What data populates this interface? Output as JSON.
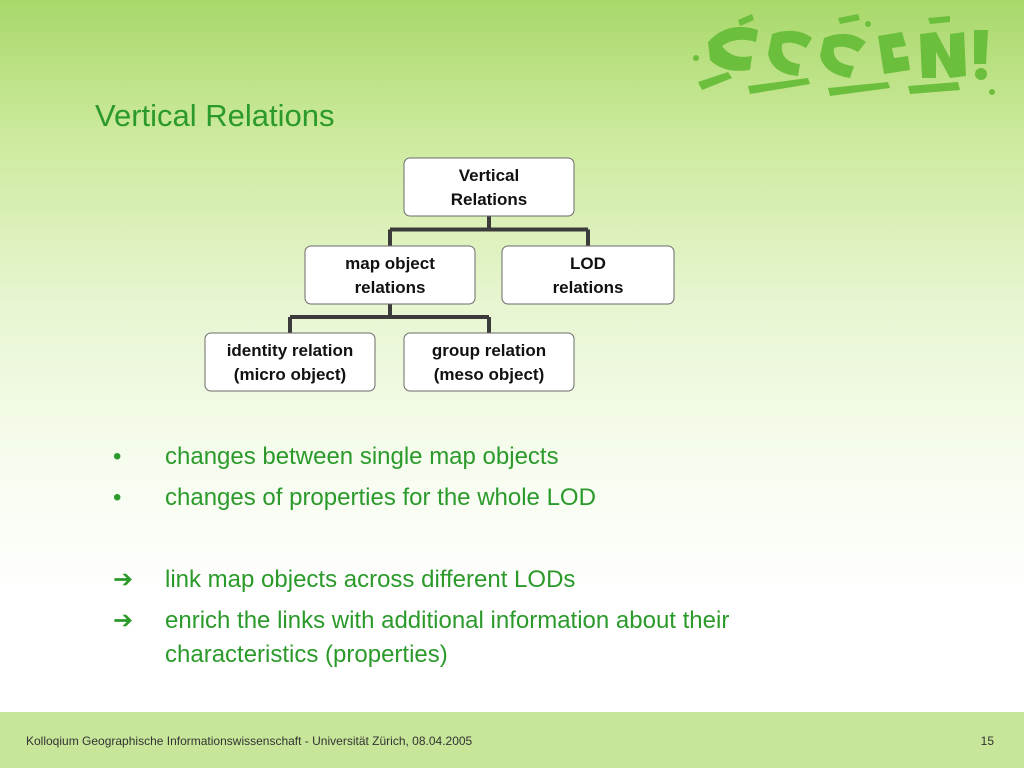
{
  "slide": {
    "title": "Vertical Relations"
  },
  "diagram": {
    "nodes": [
      {
        "id": "root",
        "lines": [
          "Vertical",
          "Relations"
        ]
      },
      {
        "id": "map-object",
        "lines": [
          "map object",
          "relations"
        ]
      },
      {
        "id": "lod",
        "lines": [
          "LOD",
          "relations"
        ]
      },
      {
        "id": "identity",
        "lines": [
          "identity relation",
          "(micro object)"
        ]
      },
      {
        "id": "group",
        "lines": [
          "group relation",
          "(meso object)"
        ]
      }
    ],
    "edges": [
      {
        "from": "root",
        "to": "map-object"
      },
      {
        "from": "root",
        "to": "lod"
      },
      {
        "from": "map-object",
        "to": "identity"
      },
      {
        "from": "map-object",
        "to": "group"
      }
    ]
  },
  "bullets": [
    {
      "marker": "•",
      "text": "changes between single map objects"
    },
    {
      "marker": "•",
      "text": "changes of properties for the whole LOD"
    },
    {
      "marker": "➔",
      "text": "link map objects across different LODs"
    },
    {
      "marker": "➔",
      "text": "enrich the links with additional information about their characteristics (properties)"
    }
  ],
  "footer": {
    "text": "Kolloqium Geographische Informationswissenschaft - Universität Zürich, 08.04.2005",
    "page_number": "15"
  },
  "colors": {
    "accent_green": "#2b9a2b",
    "footer_band": "#c7e69a",
    "logo_green": "#6cbf3c"
  }
}
